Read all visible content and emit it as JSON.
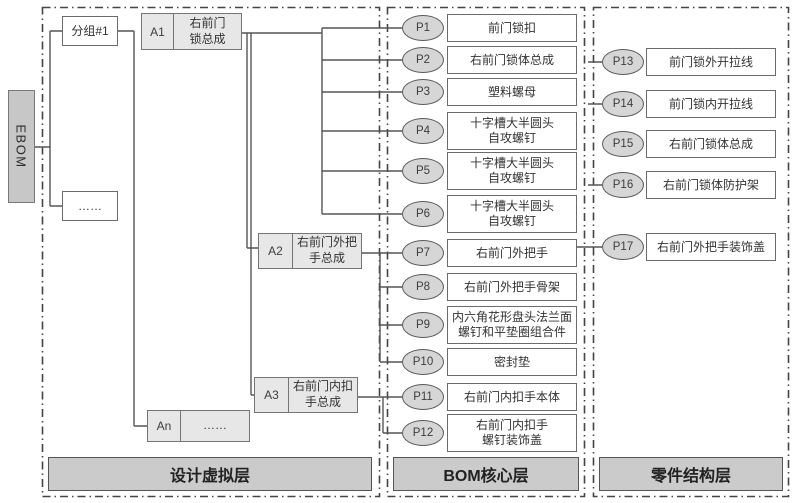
{
  "diagram": {
    "ebom_label": "EBOM",
    "group_label": "分组#1",
    "ellipsis_label": "……",
    "assemblies": [
      {
        "id": "A1",
        "label": "右前门\n锁总成"
      },
      {
        "id": "A2",
        "label": "右前门外把\n手总成"
      },
      {
        "id": "A3",
        "label": "右前门内扣\n手总成"
      },
      {
        "id": "An",
        "label": "……"
      }
    ],
    "bom_items": [
      {
        "id": "P1",
        "label": "前门锁扣"
      },
      {
        "id": "P2",
        "label": "右前门锁体总成"
      },
      {
        "id": "P3",
        "label": "塑料螺母"
      },
      {
        "id": "P4",
        "label": "十字槽大半圆头\n自攻螺钉"
      },
      {
        "id": "P5",
        "label": "十字槽大半圆头\n自攻螺钉"
      },
      {
        "id": "P6",
        "label": "十字槽大半圆头\n自攻螺钉"
      },
      {
        "id": "P7",
        "label": "右前门外把手"
      },
      {
        "id": "P8",
        "label": "右前门外把手骨架"
      },
      {
        "id": "P9",
        "label": "内六角花形盘头法兰面\n螺钉和平垫圈组合件"
      },
      {
        "id": "P10",
        "label": "密封垫"
      },
      {
        "id": "P11",
        "label": "右前门内扣手本体"
      },
      {
        "id": "P12",
        "label": "右前门内扣手\n螺钉装饰盖"
      }
    ],
    "part_items": [
      {
        "id": "P13",
        "label": "前门锁外开拉线"
      },
      {
        "id": "P14",
        "label": "前门锁内开拉线"
      },
      {
        "id": "P15",
        "label": "右前门锁体总成"
      },
      {
        "id": "P16",
        "label": "右前门锁体防护架"
      },
      {
        "id": "P17",
        "label": "右前门外把手装饰盖"
      }
    ],
    "layers": [
      {
        "label": "设计虚拟层"
      },
      {
        "label": "BOM核心层"
      },
      {
        "label": "零件结构层"
      }
    ],
    "colors": {
      "node_gray_fill": "#d6d6d6",
      "assembly_fill": "#e7e7e7",
      "footer_fill": "#cbcbcb",
      "line_color": "#555555",
      "border_color": "#6b6b6b"
    }
  }
}
